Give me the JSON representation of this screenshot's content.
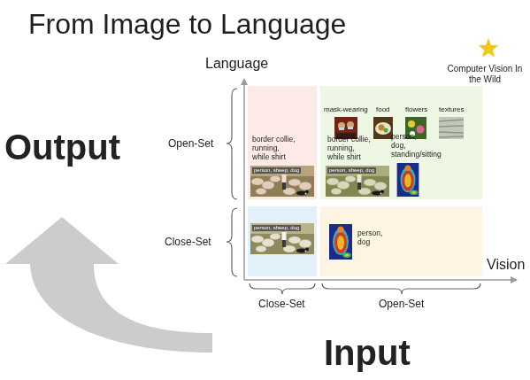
{
  "diagram": {
    "title": "From Image to Language",
    "nodes": [
      {
        "text": [
          "border collie, running, while shirt"
        ]
      },
      {
        "text": [
          "mask-wearing",
          "food",
          "flowers",
          "textures",
          "border collie, running, while shirt",
          "person, dog, standing/sitting"
        ]
      },
      {
        "text": [
          "person, dog"
        ]
      }
    ],
    "labels": [
      "Language",
      "Computer Vision In the Wild",
      "Output",
      "Open-Set",
      "Close-Set",
      "Vision",
      "Close-Set",
      "Open-Set",
      "Input",
      "person, sheep, dog",
      "person, sheep, dog",
      "person, sheep, dog"
    ]
  }
}
